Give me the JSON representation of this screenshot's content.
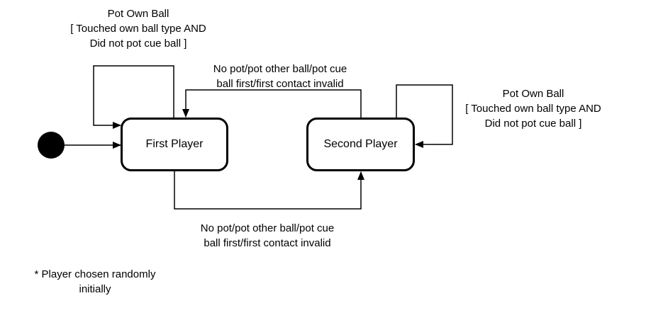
{
  "states": {
    "first": {
      "label": "First Player"
    },
    "second": {
      "label": "Second Player"
    }
  },
  "transitions": {
    "first_self": {
      "lines": [
        "Pot Own Ball",
        "[ Touched own ball type AND",
        "Did not pot cue ball ]"
      ]
    },
    "second_self": {
      "lines": [
        "Pot Own Ball",
        "[ Touched own ball type AND",
        "Did not pot cue ball ]"
      ]
    },
    "second_to_first": {
      "lines": [
        "No pot/pot other ball/pot cue",
        "ball first/first contact invalid"
      ]
    },
    "first_to_second": {
      "lines": [
        "No pot/pot other ball/pot cue",
        "ball first/first contact invalid"
      ]
    }
  },
  "note": {
    "lines": [
      "* Player chosen randomly",
      "initially"
    ]
  },
  "colors": {
    "stroke": "#000000",
    "background": "#ffffff"
  }
}
